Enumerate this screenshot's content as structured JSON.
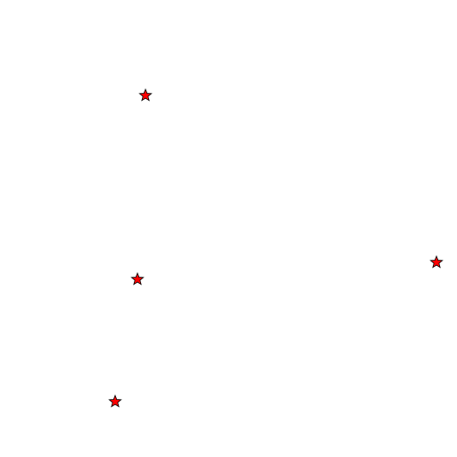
{
  "map": {
    "background_color": "#ffffff",
    "marker": {
      "icon": "star-marker-icon",
      "fill_color": "#ff0000",
      "stroke_color": "#000000"
    },
    "points": [
      {
        "id": "a"
      },
      {
        "id": "b"
      },
      {
        "id": "c"
      },
      {
        "id": "d"
      }
    ]
  }
}
